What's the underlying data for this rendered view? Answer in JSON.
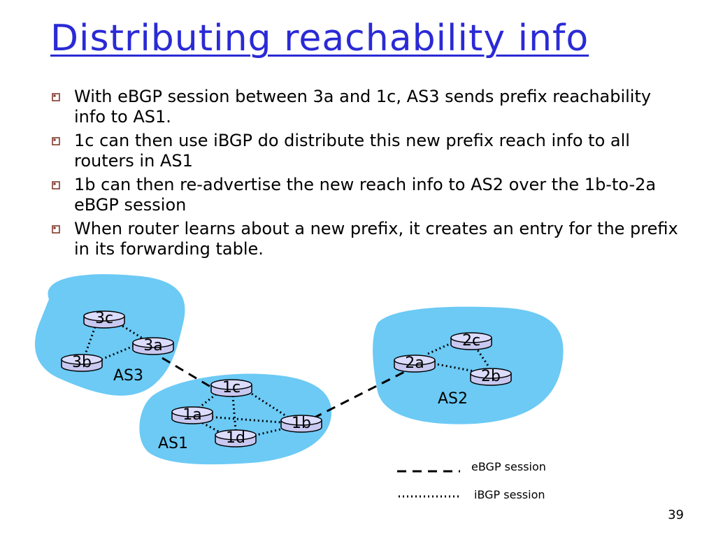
{
  "slide": {
    "title": "Distributing reachability info",
    "page_number": "39"
  },
  "bullets": [
    {
      "text": "With eBGP session between 3a and 1c, AS3 sends prefix reachability info to AS1."
    },
    {
      "text": "1c can then use iBGP do distribute this new prefix reach info to all routers in AS1"
    },
    {
      "text": "1b can then re-advertise the new reach info to AS2 over the 1b-to-2a eBGP session"
    },
    {
      "text": "When router learns about a new prefix, it creates an entry for the prefix in its forwarding table."
    }
  ],
  "diagram": {
    "as_labels": {
      "as3": "AS3",
      "as1": "AS1",
      "as2": "AS2"
    },
    "routers": {
      "r3c": "3c",
      "r3a": "3a",
      "r3b": "3b",
      "r1c": "1c",
      "r1a": "1a",
      "r1b": "1b",
      "r1d": "1d",
      "r2a": "2a",
      "r2c": "2c",
      "r2b": "2b"
    },
    "colors": {
      "cloud": "#6ccaf5",
      "router_fill": "#c8c8f0",
      "router_top": "#dcdcff",
      "title": "#2a2ad6",
      "bullet": "#7a2b1d"
    }
  },
  "legend": {
    "ebgp": "eBGP session",
    "ibgp": "iBGP session"
  }
}
